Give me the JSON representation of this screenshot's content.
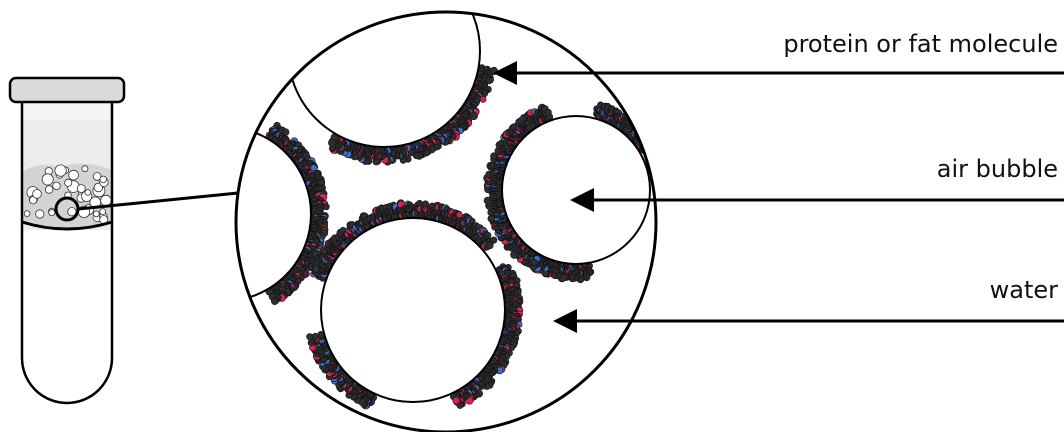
{
  "labels": {
    "protein": "protein or fat molecule",
    "air_bubble": "air bubble",
    "water": "water"
  },
  "colors": {
    "outline": "#000000",
    "tube_fill": "#e9e9e9",
    "foam_fill": "#cfcfcf",
    "molecule_dark": "#2f2f2f",
    "molecule_red": "#e0204a",
    "molecule_blue": "#3a6fcf"
  }
}
